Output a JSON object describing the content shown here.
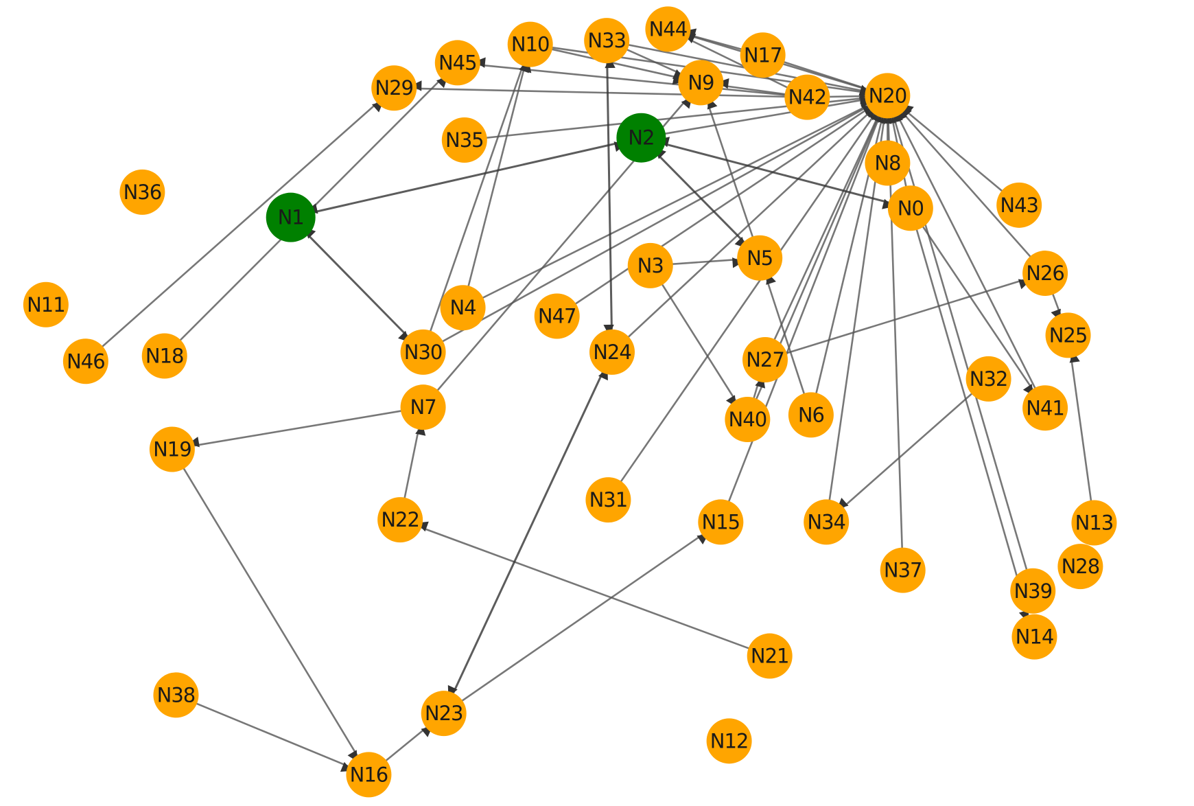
{
  "graph": {
    "colors": {
      "default_node": "#FFA500",
      "highlight_node": "#008000",
      "edge": "#555555",
      "background": "#ffffff"
    },
    "highlighted": [
      "N1",
      "N2"
    ],
    "nodes": [
      "N0",
      "N1",
      "N2",
      "N3",
      "N4",
      "N5",
      "N6",
      "N7",
      "N8",
      "N9",
      "N10",
      "N11",
      "N12",
      "N13",
      "N14",
      "N15",
      "N16",
      "N17",
      "N18",
      "N19",
      "N20",
      "N21",
      "N22",
      "N23",
      "N24",
      "N25",
      "N26",
      "N27",
      "N28",
      "N29",
      "N30",
      "N31",
      "N32",
      "N33",
      "N34",
      "N35",
      "N36",
      "N37",
      "N38",
      "N39",
      "N40",
      "N41",
      "N42",
      "N43",
      "N44",
      "N45",
      "N46",
      "N47"
    ],
    "edges": [
      [
        "N10",
        "N20"
      ],
      [
        "N33",
        "N20"
      ],
      [
        "N17",
        "N20"
      ],
      [
        "N42",
        "N20"
      ],
      [
        "N2",
        "N20"
      ],
      [
        "N35",
        "N20"
      ],
      [
        "N4",
        "N20"
      ],
      [
        "N30",
        "N20"
      ],
      [
        "N47",
        "N20"
      ],
      [
        "N24",
        "N20"
      ],
      [
        "N31",
        "N20"
      ],
      [
        "N40",
        "N20"
      ],
      [
        "N27",
        "N20"
      ],
      [
        "N15",
        "N20"
      ],
      [
        "N6",
        "N20"
      ],
      [
        "N34",
        "N20"
      ],
      [
        "N37",
        "N20"
      ],
      [
        "N8",
        "N20"
      ],
      [
        "N0",
        "N20"
      ],
      [
        "N43",
        "N20"
      ],
      [
        "N26",
        "N20"
      ],
      [
        "N41",
        "N20"
      ],
      [
        "N39",
        "N20"
      ],
      [
        "N44",
        "N20"
      ],
      [
        "N42",
        "N29"
      ],
      [
        "N42",
        "N9"
      ],
      [
        "N17",
        "N44"
      ],
      [
        "N42",
        "N44"
      ],
      [
        "N42",
        "N45"
      ],
      [
        "N10",
        "N9"
      ],
      [
        "N33",
        "N9"
      ],
      [
        "N18",
        "N45"
      ],
      [
        "N46",
        "N29"
      ],
      [
        "N4",
        "N10"
      ],
      [
        "N7",
        "N9"
      ],
      [
        "N5",
        "N9"
      ],
      [
        "N3",
        "N5"
      ],
      [
        "N3",
        "N40"
      ],
      [
        "N7",
        "N19"
      ],
      [
        "N22",
        "N7"
      ],
      [
        "N19",
        "N16"
      ],
      [
        "N38",
        "N16"
      ],
      [
        "N16",
        "N23"
      ],
      [
        "N23",
        "N15"
      ],
      [
        "N21",
        "N22"
      ],
      [
        "N27",
        "N26"
      ],
      [
        "N32",
        "N34"
      ],
      [
        "N26",
        "N25"
      ],
      [
        "N13",
        "N25"
      ],
      [
        "N6",
        "N5"
      ],
      [
        "N40",
        "N27"
      ],
      [
        "N0",
        "N14"
      ],
      [
        "N0",
        "N41"
      ],
      [
        "N30",
        "N10"
      ]
    ],
    "bidirectional_edges": [
      [
        "N1",
        "N2"
      ],
      [
        "N2",
        "N5"
      ],
      [
        "N2",
        "N0"
      ],
      [
        "N1",
        "N30"
      ],
      [
        "N33",
        "N24"
      ],
      [
        "N23",
        "N24"
      ]
    ]
  }
}
